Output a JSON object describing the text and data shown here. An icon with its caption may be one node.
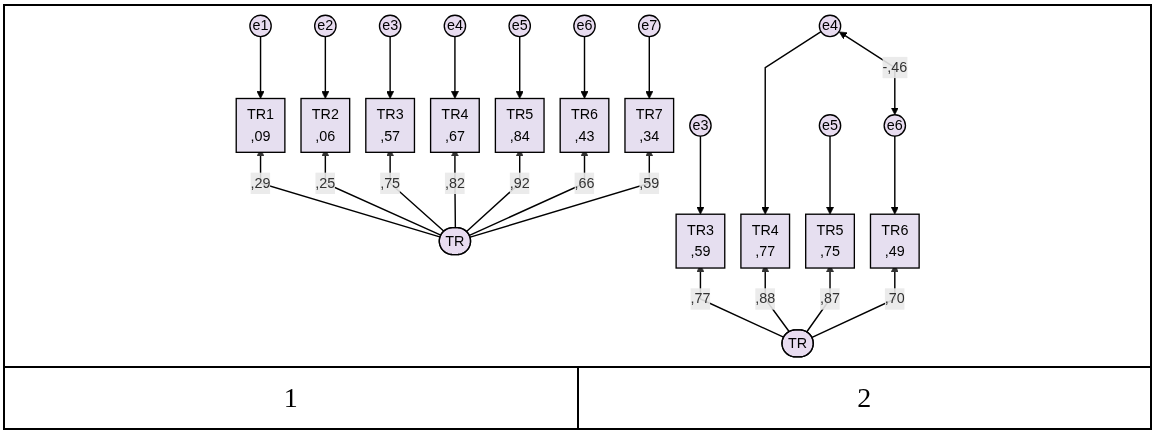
{
  "diagram": {
    "nodes": [
      {
        "text": [
          "e1"
        ]
      },
      {
        "text": [
          "e2"
        ]
      },
      {
        "text": [
          "e3"
        ]
      },
      {
        "text": [
          "e4"
        ]
      },
      {
        "text": [
          "e5"
        ]
      },
      {
        "text": [
          "e6"
        ]
      },
      {
        "text": [
          "e7"
        ]
      },
      {
        "text": [
          "TR1",
          ",09"
        ]
      },
      {
        "text": [
          "TR2",
          ",06"
        ]
      },
      {
        "text": [
          "TR3",
          ",57"
        ]
      },
      {
        "text": [
          "TR4",
          ",67"
        ]
      },
      {
        "text": [
          "TR5",
          ",84"
        ]
      },
      {
        "text": [
          "TR6",
          ",43"
        ]
      },
      {
        "text": [
          "TR7",
          ",34"
        ]
      },
      {
        "text": [
          "TR"
        ]
      },
      {
        "text": [
          "e3"
        ]
      },
      {
        "text": [
          "e4"
        ]
      },
      {
        "text": [
          "e5"
        ]
      },
      {
        "text": [
          "e6"
        ]
      },
      {
        "text": [
          "TR3",
          ",59"
        ]
      },
      {
        "text": [
          "TR4",
          ",77"
        ]
      },
      {
        "text": [
          "TR5",
          ",75"
        ]
      },
      {
        "text": [
          "TR6",
          ",49"
        ]
      },
      {
        "text": [
          "TR"
        ]
      }
    ],
    "edges": [
      {
        "from": 0,
        "to": 7,
        "arrow": "to"
      },
      {
        "from": 1,
        "to": 8,
        "arrow": "to"
      },
      {
        "from": 2,
        "to": 9,
        "arrow": "to"
      },
      {
        "from": 3,
        "to": 10,
        "arrow": "to"
      },
      {
        "from": 4,
        "to": 11,
        "arrow": "to"
      },
      {
        "from": 5,
        "to": 12,
        "arrow": "to"
      },
      {
        "from": 6,
        "to": 13,
        "arrow": "to"
      },
      {
        "from": 14,
        "to": 7,
        "arrow": "to",
        "label": ",29"
      },
      {
        "from": 14,
        "to": 8,
        "arrow": "to",
        "label": ",25"
      },
      {
        "from": 14,
        "to": 9,
        "arrow": "to",
        "label": ",75"
      },
      {
        "from": 14,
        "to": 10,
        "arrow": "to",
        "label": ",82"
      },
      {
        "from": 14,
        "to": 11,
        "arrow": "to",
        "label": ",92"
      },
      {
        "from": 14,
        "to": 12,
        "arrow": "to",
        "label": ",66"
      },
      {
        "from": 14,
        "to": 13,
        "arrow": "to",
        "label": ",59"
      },
      {
        "from": 16,
        "to": 18,
        "arrow": "both",
        "label": "-,46"
      },
      {
        "from": 15,
        "to": 19,
        "arrow": "to"
      },
      {
        "from": 16,
        "to": 20,
        "arrow": "to"
      },
      {
        "from": 17,
        "to": 21,
        "arrow": "to"
      },
      {
        "from": 18,
        "to": 22,
        "arrow": "to"
      },
      {
        "from": 23,
        "to": 19,
        "arrow": "to",
        "label": ",77"
      },
      {
        "from": 23,
        "to": 20,
        "arrow": "to",
        "label": ",88"
      },
      {
        "from": 23,
        "to": 21,
        "arrow": "to",
        "label": ",87"
      },
      {
        "from": 23,
        "to": 22,
        "arrow": "to",
        "label": ",70"
      }
    ],
    "labels": [
      "1",
      "2"
    ]
  }
}
